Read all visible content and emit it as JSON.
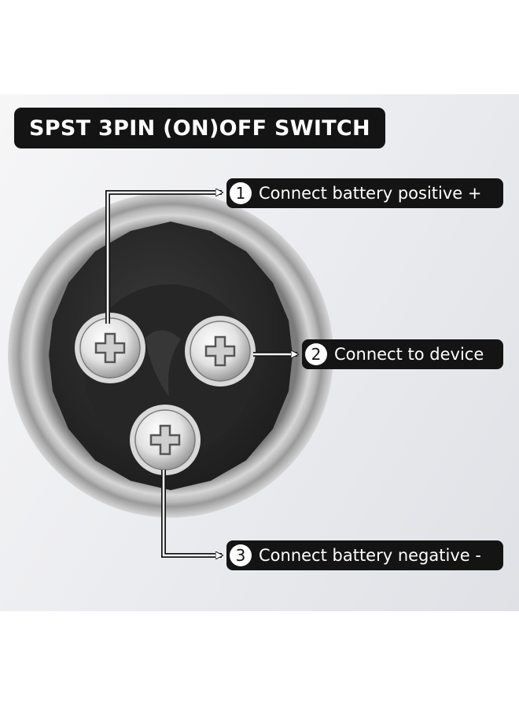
{
  "title": "SPST 3PIN (ON)OFF SWITCH",
  "labels": [
    {
      "number": "1",
      "text": "Connect battery positive +"
    },
    {
      "number": "2",
      "text": "Connect to device"
    },
    {
      "number": "3",
      "text": "Connect battery negative -"
    }
  ],
  "colors": {
    "label_background": "#141414",
    "label_text": "#ffffff",
    "switch_body": "#2a2a2a",
    "metal_ring": "#c8c8c8",
    "screw": "#e9e9e9"
  }
}
